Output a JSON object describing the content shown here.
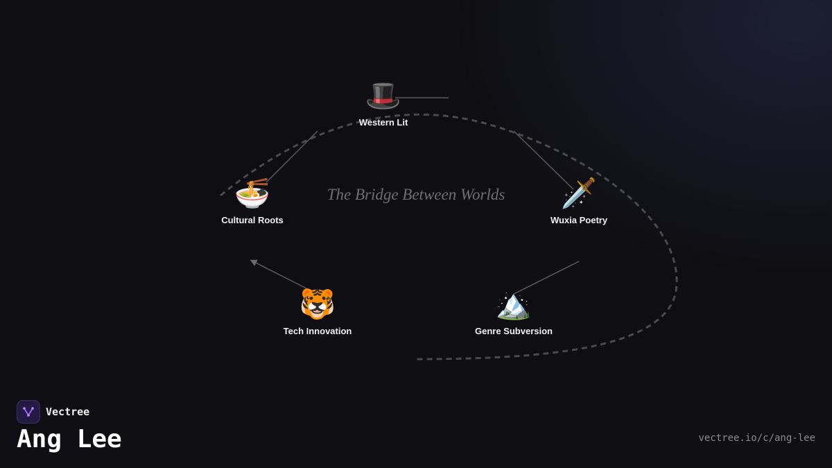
{
  "diagram": {
    "title": "The Bridge Between Worlds",
    "nodes": [
      {
        "id": "western-lit",
        "label": "Western Lit",
        "icon": "🎩",
        "icon_name": "top-hat-icon"
      },
      {
        "id": "wuxia-poetry",
        "label": "Wuxia Poetry",
        "icon": "🗡️",
        "icon_name": "dagger-icon"
      },
      {
        "id": "genre-subversion",
        "label": "Genre Subversion",
        "icon": "🏔️",
        "icon_name": "snow-mountain-icon"
      },
      {
        "id": "tech-innovation",
        "label": "Tech Innovation",
        "icon": "🐯",
        "icon_name": "tiger-face-icon"
      },
      {
        "id": "cultural-roots",
        "label": "Cultural Roots",
        "icon": "🍜",
        "icon_name": "noodle-bowl-icon"
      }
    ],
    "edges": [
      {
        "from": "cultural-roots",
        "to": "western-lit"
      },
      {
        "from": "western-lit",
        "to": "wuxia-poetry"
      },
      {
        "from": "wuxia-poetry",
        "to": "genre-subversion"
      },
      {
        "from": "tech-innovation",
        "to": "cultural-roots"
      }
    ]
  },
  "brand": {
    "name": "Vectree",
    "logo_icon": "vectree-logo-icon",
    "accent": "#a259ff"
  },
  "person": {
    "name": "Ang Lee"
  },
  "url": "vectree.io/c/ang-lee"
}
